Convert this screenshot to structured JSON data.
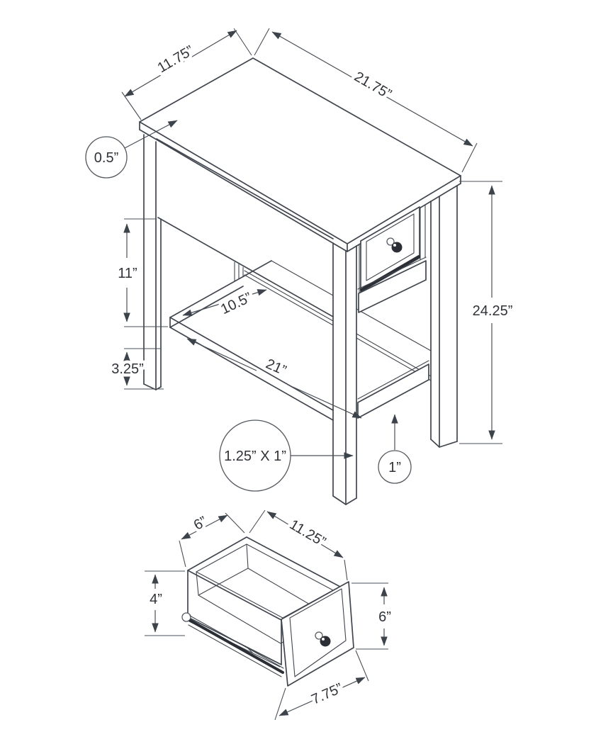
{
  "diagram": {
    "table": {
      "top_width": "11.75”",
      "top_length": "21.75”",
      "top_thickness": "0.5”",
      "drawer_opening_height": "11”",
      "shelf_depth": "10.5”",
      "shelf_length": "21”",
      "shelf_clearance": "3.25”",
      "overall_height": "24.25”",
      "leg_cross_section": "1.25” X 1”",
      "rail_thickness": "1”"
    },
    "drawer": {
      "inner_depth": "6”",
      "inner_length": "11.25”",
      "inner_height": "4”",
      "front_height": "6”",
      "front_width": "7.75”"
    }
  }
}
